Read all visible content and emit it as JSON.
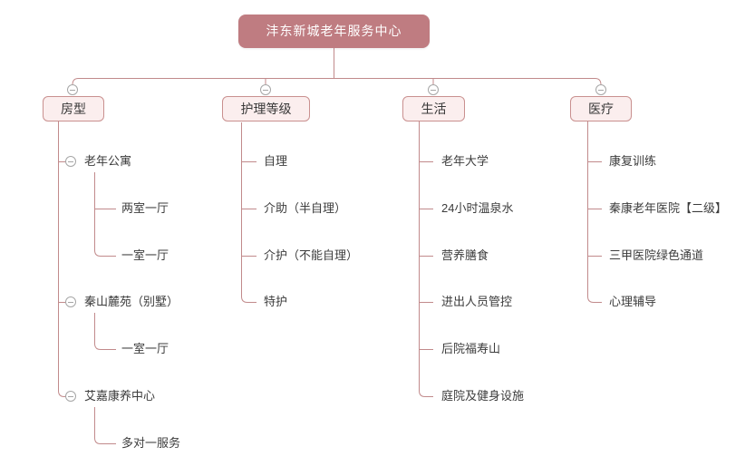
{
  "root": {
    "label": "沣东新城老年服务中心"
  },
  "branches": [
    {
      "label": "房型",
      "children": [
        {
          "label": "老年公寓",
          "children": [
            {
              "label": "两室一厅"
            },
            {
              "label": "一室一厅"
            }
          ]
        },
        {
          "label": "秦山麓苑（别墅）",
          "children": [
            {
              "label": "一室一厅"
            }
          ]
        },
        {
          "label": "艾嘉康养中心",
          "children": [
            {
              "label": "多对一服务"
            }
          ]
        }
      ]
    },
    {
      "label": "护理等级",
      "children": [
        {
          "label": "自理"
        },
        {
          "label": "介助（半自理）"
        },
        {
          "label": "介护（不能自理）"
        },
        {
          "label": "特护"
        }
      ]
    },
    {
      "label": "生活",
      "children": [
        {
          "label": "老年大学"
        },
        {
          "label": "24小时温泉水"
        },
        {
          "label": "营养膳食"
        },
        {
          "label": "进出人员管控"
        },
        {
          "label": "后院福寿山"
        },
        {
          "label": "庭院及健身设施"
        }
      ]
    },
    {
      "label": "医疗",
      "children": [
        {
          "label": "康复训练"
        },
        {
          "label": "秦康老年医院【二级】"
        },
        {
          "label": "三甲医院绿色通道"
        },
        {
          "label": "心理辅导"
        }
      ]
    }
  ],
  "icons": {
    "collapse": "minus-circle"
  },
  "colors": {
    "root_bg": "#bf7c81",
    "root_text": "#ffffff",
    "branch_bg": "#fbeeee",
    "branch_border": "#c9908f",
    "connector_line": "#c18a8b",
    "icon_gray": "#a6a6a6",
    "text": "#3c3c3c"
  }
}
